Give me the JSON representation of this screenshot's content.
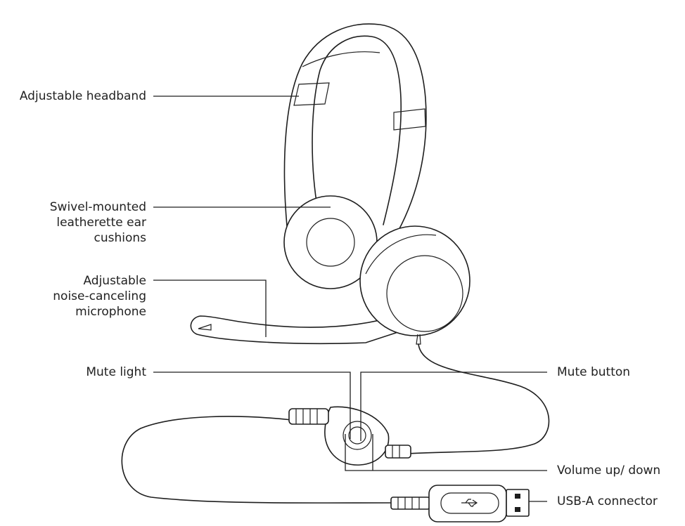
{
  "labels": {
    "headband": "Adjustable headband",
    "cushions_line1": "Swivel-mounted",
    "cushions_line2": "leatherette ear",
    "cushions_line3": "cushions",
    "mic_line1": "Adjustable",
    "mic_line2": "noise-canceling",
    "mic_line3": "microphone",
    "mute_light": "Mute light",
    "mute_button": "Mute button",
    "volume": "Volume up/ down",
    "usb": "USB-A connector"
  },
  "icons": [
    "usb-icon"
  ],
  "colors": {
    "line": "#1e1e1e",
    "text": "#222222",
    "background": "#ffffff"
  }
}
